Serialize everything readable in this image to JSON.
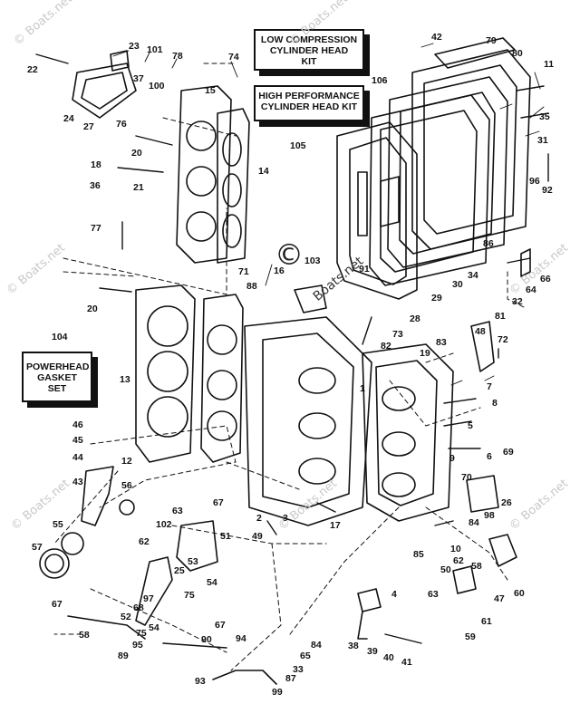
{
  "kits": {
    "low_compression": [
      "LOW COMPRESSION",
      "CYLINDER HEAD",
      "KIT"
    ],
    "high_performance": [
      "HIGH PERFORMANCE",
      "CYLINDER HEAD KIT"
    ],
    "powerhead_gasket": [
      "POWERHEAD",
      "GASKET",
      "SET"
    ]
  },
  "watermark": {
    "copyright_symbol": "©",
    "text": "Boats.net",
    "prefixed": "© Boats.net"
  },
  "callouts": [
    {
      "id": "n22",
      "text": "22"
    },
    {
      "id": "n23",
      "text": "23"
    },
    {
      "id": "n101",
      "text": "101"
    },
    {
      "id": "n78",
      "text": "78"
    },
    {
      "id": "n74",
      "text": "74"
    },
    {
      "id": "n37",
      "text": "37"
    },
    {
      "id": "n100",
      "text": "100"
    },
    {
      "id": "n15",
      "text": "15"
    },
    {
      "id": "n24",
      "text": "24"
    },
    {
      "id": "n27",
      "text": "27"
    },
    {
      "id": "n76",
      "text": "76"
    },
    {
      "id": "n20a",
      "text": "20"
    },
    {
      "id": "n14",
      "text": "14"
    },
    {
      "id": "n18",
      "text": "18"
    },
    {
      "id": "n36",
      "text": "36"
    },
    {
      "id": "n21",
      "text": "21"
    },
    {
      "id": "n77",
      "text": "77"
    },
    {
      "id": "n106",
      "text": "106"
    },
    {
      "id": "n105",
      "text": "105"
    },
    {
      "id": "n42",
      "text": "42"
    },
    {
      "id": "n79",
      "text": "79"
    },
    {
      "id": "n80",
      "text": "80"
    },
    {
      "id": "n11",
      "text": "11"
    },
    {
      "id": "n35",
      "text": "35"
    },
    {
      "id": "n31",
      "text": "31"
    },
    {
      "id": "n96",
      "text": "96"
    },
    {
      "id": "n92",
      "text": "92"
    },
    {
      "id": "n86",
      "text": "86"
    },
    {
      "id": "n34",
      "text": "34"
    },
    {
      "id": "n30",
      "text": "30"
    },
    {
      "id": "n29",
      "text": "29"
    },
    {
      "id": "n28",
      "text": "28"
    },
    {
      "id": "n66",
      "text": "66"
    },
    {
      "id": "n64",
      "text": "64"
    },
    {
      "id": "n32",
      "text": "32"
    },
    {
      "id": "n81",
      "text": "81"
    },
    {
      "id": "n103",
      "text": "103"
    },
    {
      "id": "n71",
      "text": "71"
    },
    {
      "id": "n16",
      "text": "16"
    },
    {
      "id": "n88",
      "text": "88"
    },
    {
      "id": "n20b",
      "text": "20"
    },
    {
      "id": "n104",
      "text": "104"
    },
    {
      "id": "n13",
      "text": "13"
    },
    {
      "id": "n73",
      "text": "73"
    },
    {
      "id": "n82",
      "text": "82"
    },
    {
      "id": "n19",
      "text": "19"
    },
    {
      "id": "n83",
      "text": "83"
    },
    {
      "id": "n48",
      "text": "48"
    },
    {
      "id": "n72",
      "text": "72"
    },
    {
      "id": "n1",
      "text": "1"
    },
    {
      "id": "n7",
      "text": "7"
    },
    {
      "id": "n8",
      "text": "8"
    },
    {
      "id": "n5",
      "text": "5"
    },
    {
      "id": "n46",
      "text": "46"
    },
    {
      "id": "n45",
      "text": "45"
    },
    {
      "id": "n44",
      "text": "44"
    },
    {
      "id": "n12",
      "text": "12"
    },
    {
      "id": "n6",
      "text": "6"
    },
    {
      "id": "n69",
      "text": "69"
    },
    {
      "id": "n9",
      "text": "9"
    },
    {
      "id": "n70",
      "text": "70"
    },
    {
      "id": "n43",
      "text": "43"
    },
    {
      "id": "n56",
      "text": "56"
    },
    {
      "id": "n26",
      "text": "26"
    },
    {
      "id": "n98",
      "text": "98"
    },
    {
      "id": "n84a",
      "text": "84"
    },
    {
      "id": "n63a",
      "text": "63"
    },
    {
      "id": "n67a",
      "text": "67"
    },
    {
      "id": "n102",
      "text": "102"
    },
    {
      "id": "n62a",
      "text": "62"
    },
    {
      "id": "n2",
      "text": "2"
    },
    {
      "id": "n17",
      "text": "17"
    },
    {
      "id": "n55",
      "text": "55"
    },
    {
      "id": "n51",
      "text": "51"
    },
    {
      "id": "n49",
      "text": "49"
    },
    {
      "id": "n85",
      "text": "85"
    },
    {
      "id": "n10",
      "text": "10"
    },
    {
      "id": "n57",
      "text": "57"
    },
    {
      "id": "n60",
      "text": "60"
    },
    {
      "id": "n53",
      "text": "53"
    },
    {
      "id": "n25",
      "text": "25"
    },
    {
      "id": "n50",
      "text": "50"
    },
    {
      "id": "n62b",
      "text": "62"
    },
    {
      "id": "n58a",
      "text": "58"
    },
    {
      "id": "n97",
      "text": "97"
    },
    {
      "id": "n75a",
      "text": "75"
    },
    {
      "id": "n54a",
      "text": "54"
    },
    {
      "id": "n68",
      "text": "68"
    },
    {
      "id": "n67b",
      "text": "67"
    },
    {
      "id": "n4",
      "text": "4"
    },
    {
      "id": "n63b",
      "text": "63"
    },
    {
      "id": "n52",
      "text": "52"
    },
    {
      "id": "n47",
      "text": "47"
    },
    {
      "id": "n75b",
      "text": "75"
    },
    {
      "id": "n54b",
      "text": "54"
    },
    {
      "id": "n61",
      "text": "61"
    },
    {
      "id": "n58b",
      "text": "58"
    },
    {
      "id": "n67c",
      "text": "67"
    },
    {
      "id": "n95",
      "text": "95"
    },
    {
      "id": "n90",
      "text": "90"
    },
    {
      "id": "n94",
      "text": "94"
    },
    {
      "id": "n84b",
      "text": "84"
    },
    {
      "id": "n38",
      "text": "38"
    },
    {
      "id": "n39",
      "text": "39"
    },
    {
      "id": "n40",
      "text": "40"
    },
    {
      "id": "n59",
      "text": "59"
    },
    {
      "id": "n89",
      "text": "89"
    },
    {
      "id": "n65",
      "text": "65"
    },
    {
      "id": "n33",
      "text": "33"
    },
    {
      "id": "n41",
      "text": "41"
    },
    {
      "id": "n93",
      "text": "93"
    },
    {
      "id": "n87",
      "text": "87"
    },
    {
      "id": "n99",
      "text": "99"
    },
    {
      "id": "n91",
      "text": "91"
    },
    {
      "id": "n3",
      "text": "3"
    }
  ]
}
